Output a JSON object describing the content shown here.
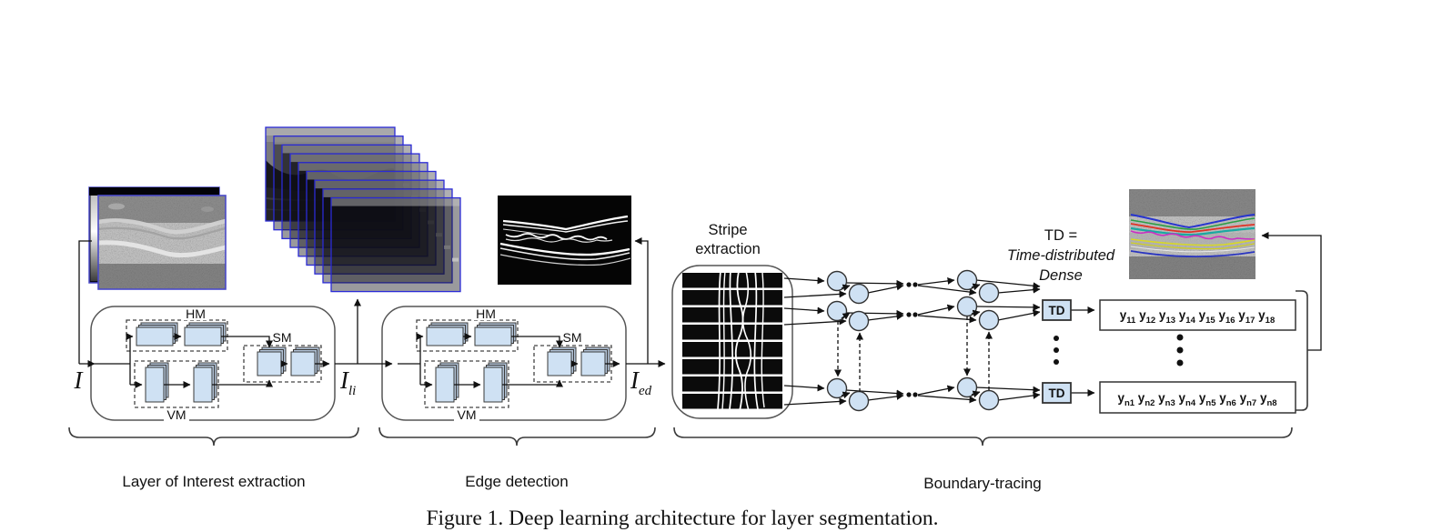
{
  "figure_caption": "Figure 1. Deep learning architecture for layer segmentation.",
  "section_labels": {
    "loi": "Layer of Interest extraction",
    "edge": "Edge detection",
    "boundary": "Boundary-tracing"
  },
  "module_labels": {
    "hm": "HM",
    "vm": "VM",
    "sm": "SM"
  },
  "signal_labels": {
    "input": "I",
    "li": {
      "base": "I",
      "sub": "li"
    },
    "ed": {
      "base": "I",
      "sub": "ed"
    }
  },
  "stripe_label": {
    "line1": "Stripe",
    "line2": "extraction"
  },
  "td_legend": {
    "line1": "TD =",
    "line2": "Time-distributed",
    "line3": "Dense"
  },
  "td_box_label": "TD",
  "outputs": {
    "top_row": [
      {
        "base": "y",
        "sub": "11"
      },
      {
        "base": "y",
        "sub": "12"
      },
      {
        "base": "y",
        "sub": "13"
      },
      {
        "base": "y",
        "sub": "14"
      },
      {
        "base": "y",
        "sub": "15"
      },
      {
        "base": "y",
        "sub": "16"
      },
      {
        "base": "y",
        "sub": "17"
      },
      {
        "base": "y",
        "sub": "18"
      }
    ],
    "bottom_row": [
      {
        "base": "y",
        "sub": "n1"
      },
      {
        "base": "y",
        "sub": "n2"
      },
      {
        "base": "y",
        "sub": "n3"
      },
      {
        "base": "y",
        "sub": "n4"
      },
      {
        "base": "y",
        "sub": "n5"
      },
      {
        "base": "y",
        "sub": "n6"
      },
      {
        "base": "y",
        "sub": "n7"
      },
      {
        "base": "y",
        "sub": "n8"
      }
    ]
  },
  "colors": {
    "block_fill": "#cfe1f3",
    "block_back_fill": "#b3c4d8",
    "image_frame_blue": "#2b2bd6",
    "wire": "#111111",
    "boundary_line_colors": [
      "#2734cf",
      "#2b9e44",
      "#e03226",
      "#1aa9a1",
      "#cb2fc4",
      "#d8d825",
      "#2a35c0"
    ]
  }
}
